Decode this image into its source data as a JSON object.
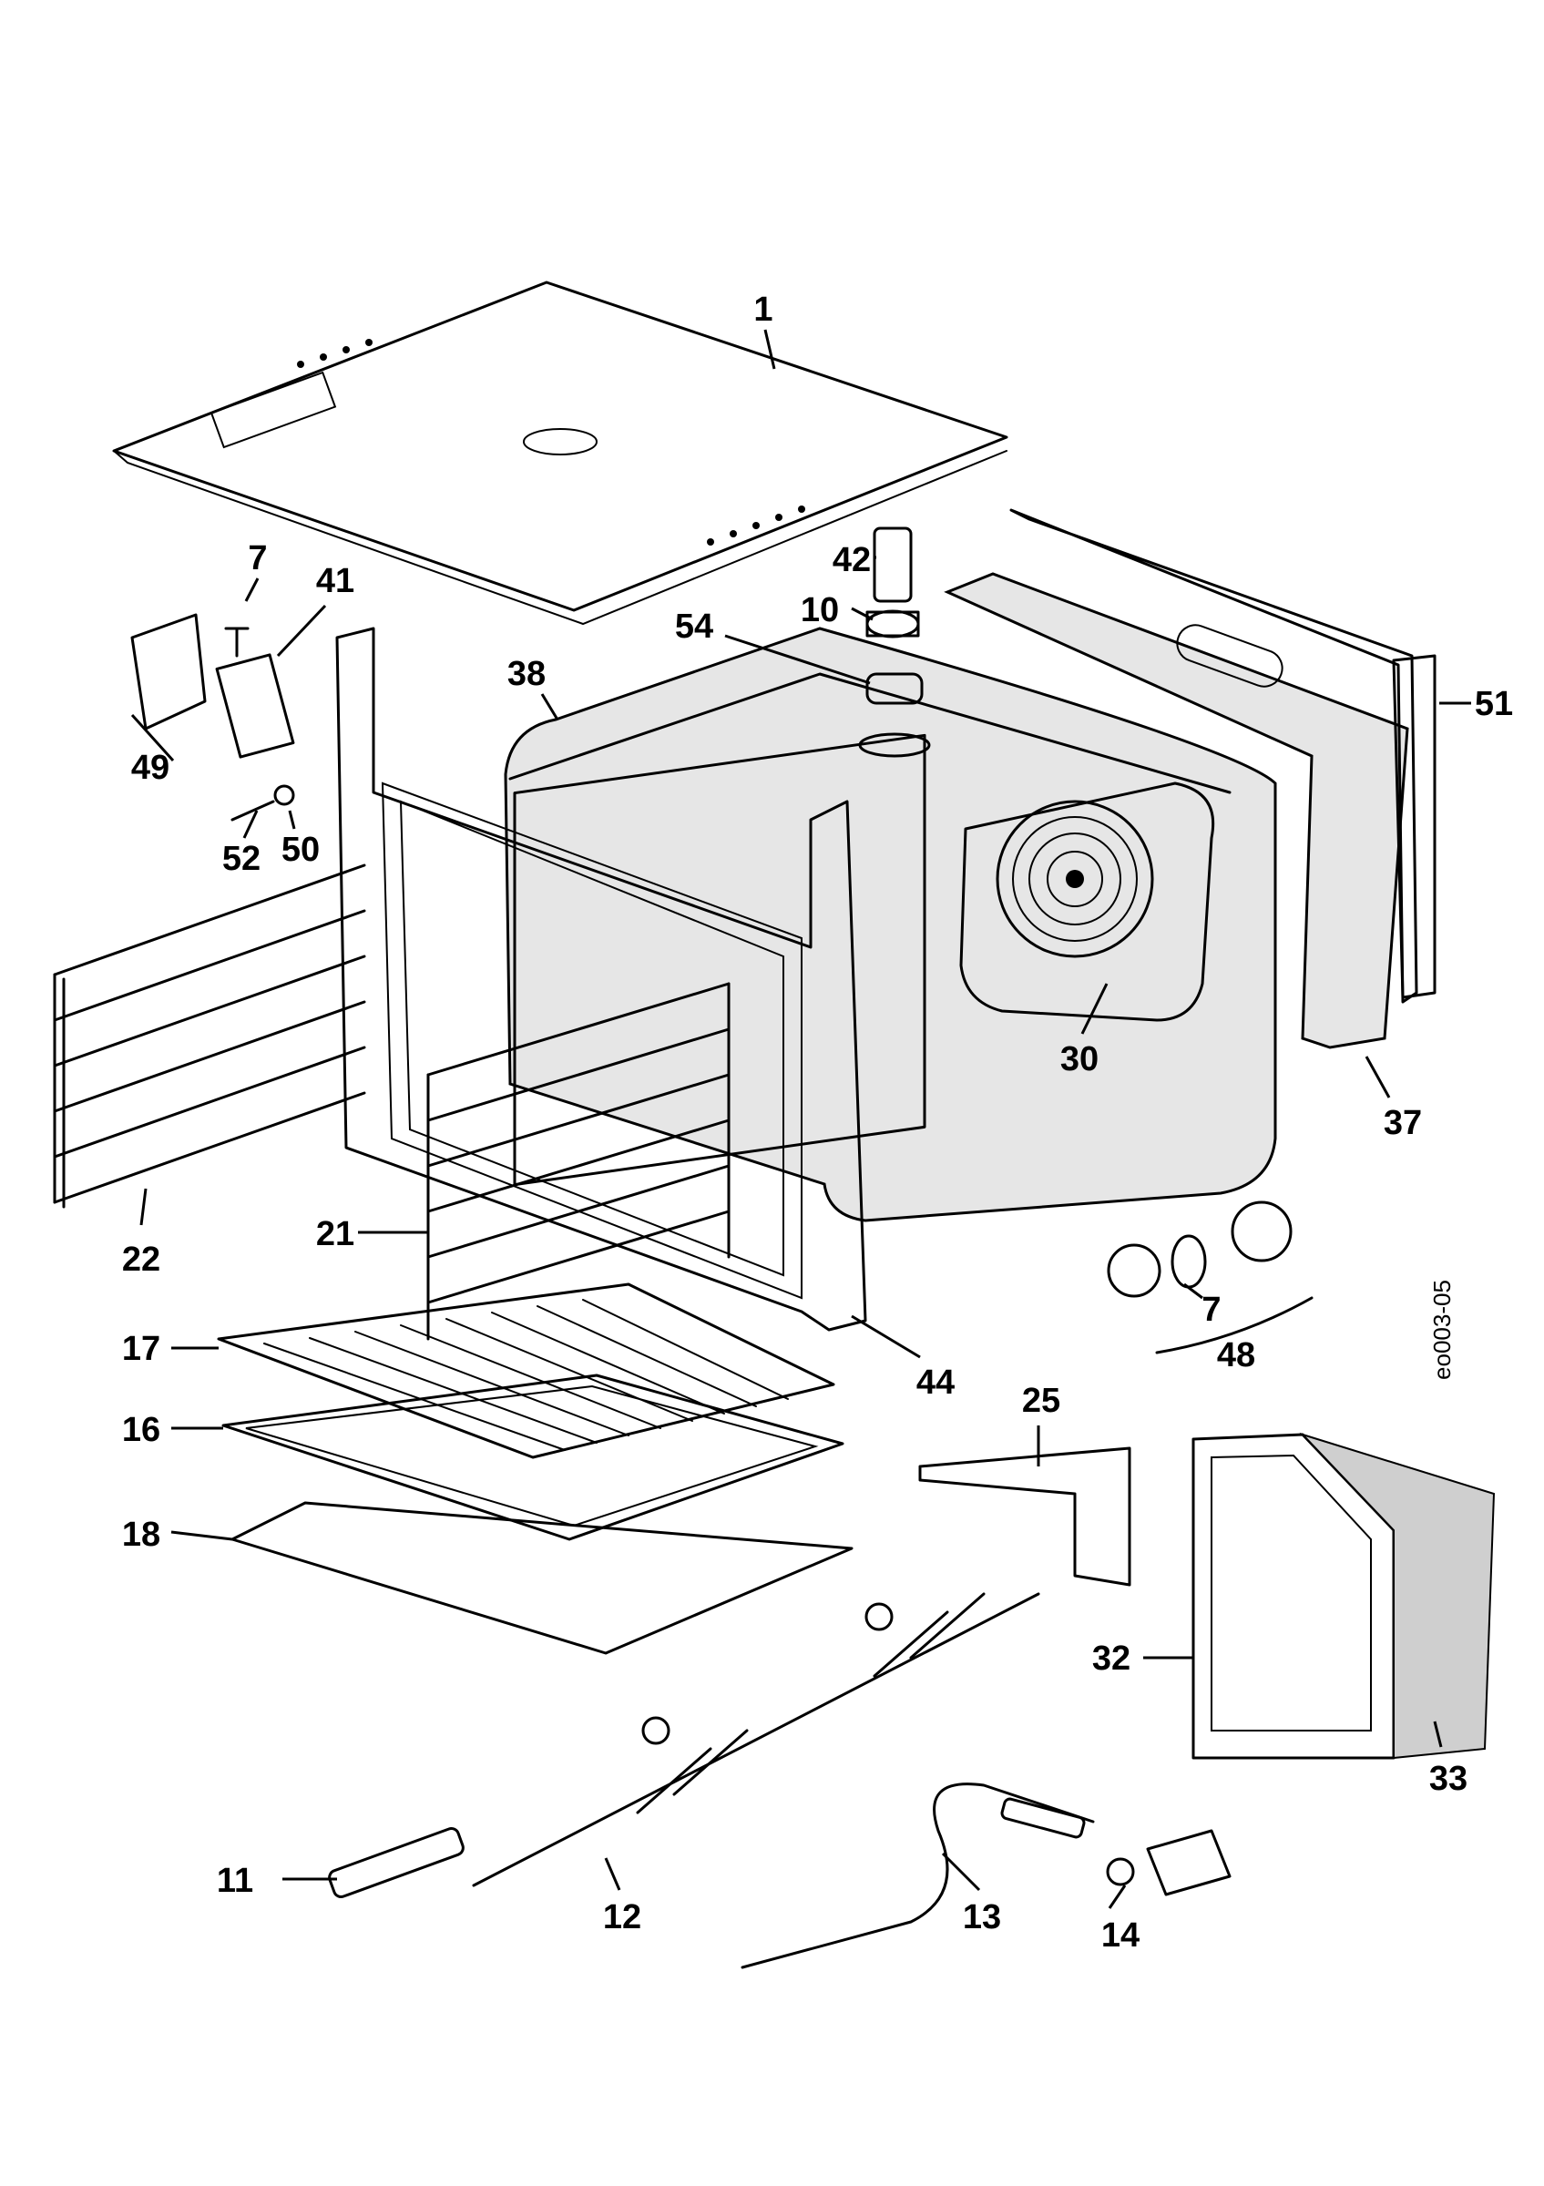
{
  "reference_code": "eo003-05",
  "callouts": {
    "c1": "1",
    "c7a": "7",
    "c41": "41",
    "c49": "49",
    "c42": "42",
    "c10": "10",
    "c54": "54",
    "c38": "38",
    "c51": "51",
    "c52": "52",
    "c50": "50",
    "c22": "22",
    "c30": "30",
    "c37": "37",
    "c21": "21",
    "c7b": "7",
    "c48": "48",
    "c17": "17",
    "c44": "44",
    "c25": "25",
    "c16": "16",
    "c18": "18",
    "c32": "32",
    "c33": "33",
    "c11": "11",
    "c12": "12",
    "c13": "13",
    "c14": "14"
  }
}
